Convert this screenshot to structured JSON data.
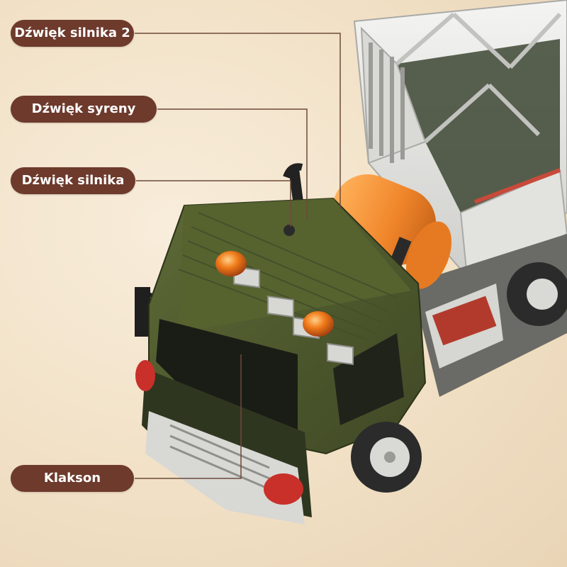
{
  "labels": {
    "engine_sound_2": "Dźwięk silnika 2",
    "siren_sound": "Dźwięk syreny",
    "engine_sound": "Dźwięk silnika",
    "horn": "Klakson"
  },
  "colors": {
    "background": "#f1e0c5",
    "label_fill": "#6d3a2c",
    "label_text": "#ffffff",
    "leader_line": "#6d4a3a",
    "cab_green": "#4f5a2f",
    "tank_orange": "#f08a2a",
    "frame_white": "#e8e8e6",
    "beacon_orange": "#f07a18"
  }
}
